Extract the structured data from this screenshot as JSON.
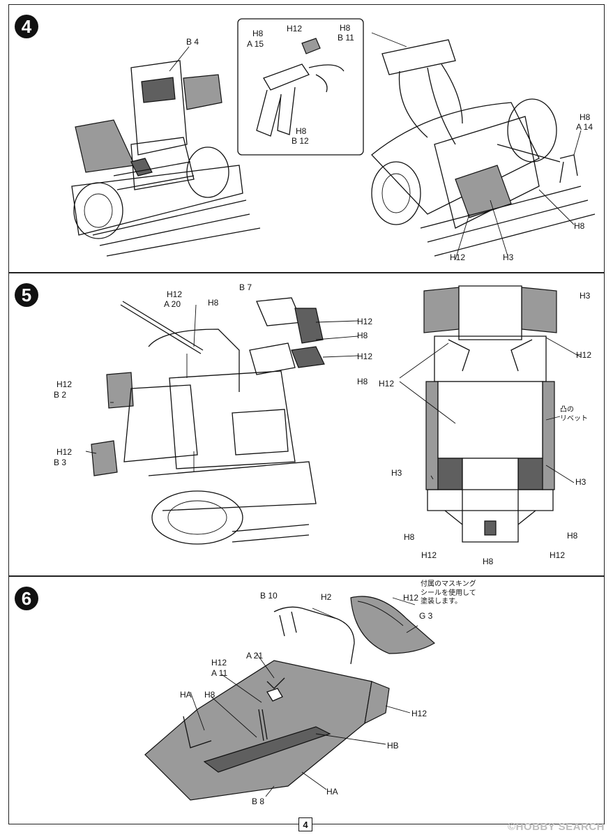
{
  "page": {
    "number": "4"
  },
  "watermark": "©HOBBY SEARCH",
  "step4": {
    "number": "4",
    "labels": {
      "b4": "B 4",
      "h8_a15": "H8",
      "a15": "A 15",
      "h12_top": "H12",
      "h8_b11": "H8",
      "b11": "B 11",
      "h8_b12": "H8",
      "b12": "B 12",
      "h8_a14": "H8",
      "a14": "A 14",
      "h8_right": "H8",
      "h12_bottom": "H12",
      "h3_bottom": "H3"
    }
  },
  "step5": {
    "number": "5",
    "labels": {
      "h12_a20": "H12",
      "a20": "A 20",
      "b7": "B 7",
      "h8_b7": "H8",
      "h12_r1": "H12",
      "h8_r1": "H8",
      "h12_r2": "H12",
      "h8_r2": "H8",
      "h12_b2": "H12",
      "b2": "B 2",
      "h12_b3": "H12",
      "b3": "B 3",
      "c_h3_top": "H3",
      "c_h12_r": "H12",
      "c_h12_l": "H12",
      "c_rivet": "凸の\nリベット",
      "c_h3_left": "H3",
      "c_h3_right": "H3",
      "c_h8_left": "H8",
      "c_h8_right": "H8",
      "c_h12_bl": "H12",
      "c_h12_br": "H12",
      "c_h8_bottom": "H8"
    }
  },
  "step6": {
    "number": "6",
    "labels": {
      "b10": "B 10",
      "h2": "H2",
      "masking_note": "付属のマスキング\nシールを使用して\n塗装します。",
      "h12_g3": "H12",
      "g3": "G 3",
      "a21": "A 21",
      "h12_a11": "H12",
      "a11": "A 11",
      "ha_left": "HA",
      "h8": "H8",
      "h12_right": "H12",
      "hb": "HB",
      "b8": "B 8",
      "ha_bottom": "HA"
    }
  }
}
